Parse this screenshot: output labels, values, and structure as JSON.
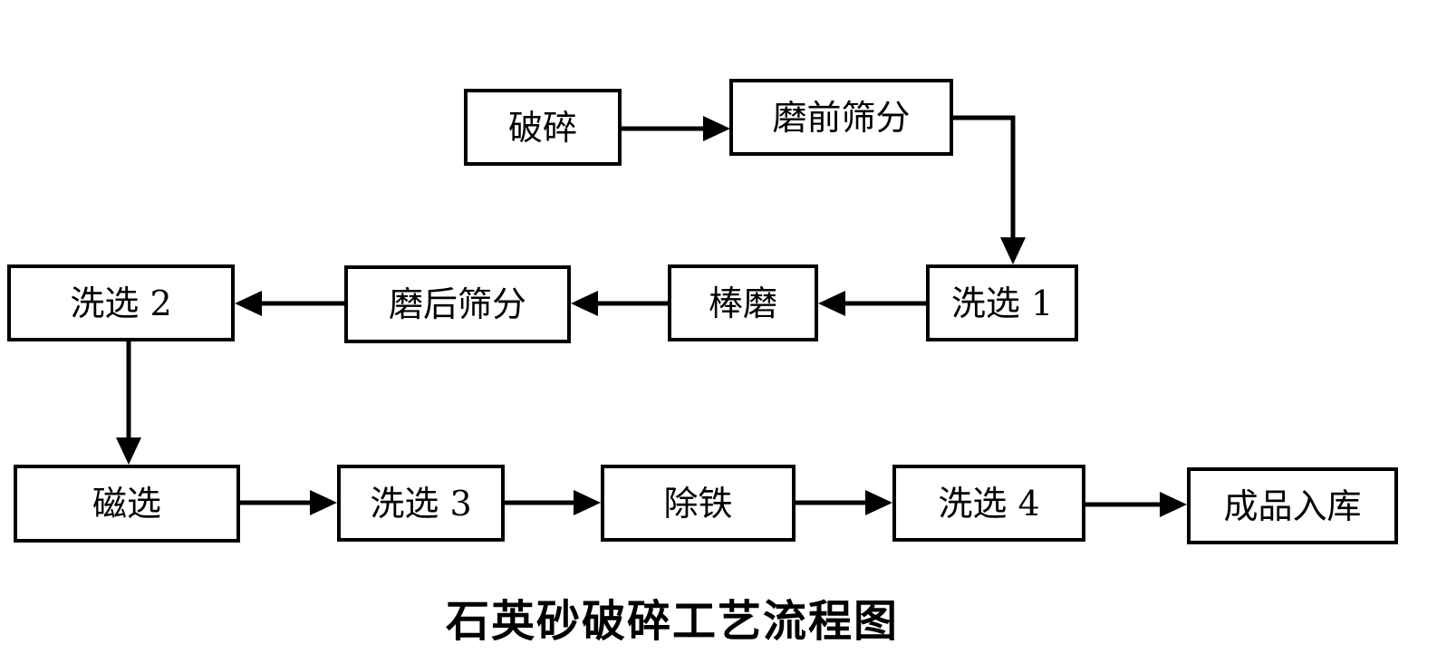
{
  "diagram": {
    "title": "石英砂破碎工艺流程图",
    "colors": {
      "line": "#000000",
      "text": "#000000",
      "background": "#ffffff"
    },
    "nodes": [
      {
        "id": "crush",
        "label": "破碎"
      },
      {
        "id": "pre-screen",
        "label": "磨前筛分"
      },
      {
        "id": "wash1",
        "label": "洗选 1"
      },
      {
        "id": "rod-mill",
        "label": "棒磨"
      },
      {
        "id": "post-screen",
        "label": "磨后筛分"
      },
      {
        "id": "wash2",
        "label": "洗选 2"
      },
      {
        "id": "magnetic",
        "label": "磁选"
      },
      {
        "id": "wash3",
        "label": "洗选 3"
      },
      {
        "id": "iron",
        "label": "除铁"
      },
      {
        "id": "wash4",
        "label": "洗选 4"
      },
      {
        "id": "storage",
        "label": "成品入库"
      }
    ],
    "edges": [
      {
        "from": "crush",
        "to": "pre-screen"
      },
      {
        "from": "pre-screen",
        "to": "wash1"
      },
      {
        "from": "wash1",
        "to": "rod-mill"
      },
      {
        "from": "rod-mill",
        "to": "post-screen"
      },
      {
        "from": "post-screen",
        "to": "wash2"
      },
      {
        "from": "wash2",
        "to": "magnetic"
      },
      {
        "from": "magnetic",
        "to": "wash3"
      },
      {
        "from": "wash3",
        "to": "iron"
      },
      {
        "from": "iron",
        "to": "wash4"
      },
      {
        "from": "wash4",
        "to": "storage"
      }
    ]
  }
}
